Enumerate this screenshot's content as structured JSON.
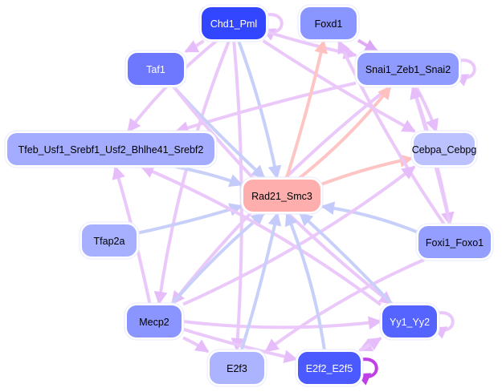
{
  "graph": {
    "title": "Transcription factor regulatory network",
    "colors": {
      "edge_activate": "#ebc8fa",
      "edge_regulate_blue": "#c8d0fa",
      "edge_red": "#ffc4c4",
      "edge_self_strong": "#c040e8",
      "node_border": "#e8eaff"
    },
    "nodes": [
      {
        "id": "Chd1_Pml",
        "label": "Chd1_Pml",
        "fill": "#3346ff",
        "text_color": "#ffffff"
      },
      {
        "id": "Foxd1",
        "label": "Foxd1",
        "fill": "#8a96ff",
        "text_color": "#000000"
      },
      {
        "id": "Taf1",
        "label": "Taf1",
        "fill": "#6d78ff",
        "text_color": "#ffffff"
      },
      {
        "id": "Snai1_Zeb1_Snai2",
        "label": "Snai1_Zeb1_Snai2",
        "fill": "#909bff",
        "text_color": "#000000"
      },
      {
        "id": "Tfeb_Usf1_Srebf1_Usf2_Bhlhe41_Srebf2",
        "label": "Tfeb_Usf1_Srebf1_Usf2_Bhlhe41_Srebf2",
        "fill": "#a3acff",
        "text_color": "#000000"
      },
      {
        "id": "Cebpa_Cebpg",
        "label": "Cebpa_Cebpg",
        "fill": "#bcc2ff",
        "text_color": "#000000"
      },
      {
        "id": "Rad21_Smc3",
        "label": "Rad21_Smc3",
        "fill": "#ffaeae",
        "text_color": "#000000"
      },
      {
        "id": "Tfap2a",
        "label": "Tfap2a",
        "fill": "#a7afff",
        "text_color": "#000000"
      },
      {
        "id": "Foxi1_Foxo1",
        "label": "Foxi1_Foxo1",
        "fill": "#939eff",
        "text_color": "#000000"
      },
      {
        "id": "Mecp2",
        "label": "Mecp2",
        "fill": "#8a95ff",
        "text_color": "#000000"
      },
      {
        "id": "Yy1_Yy2",
        "label": "Yy1_Yy2",
        "fill": "#5563ff",
        "text_color": "#ffffff"
      },
      {
        "id": "E2f3",
        "label": "E2f3",
        "fill": "#adb4ff",
        "text_color": "#000000"
      },
      {
        "id": "E2f2_E2f5",
        "label": "E2f2_E2f5",
        "fill": "#4a5aff",
        "text_color": "#ffffff"
      }
    ],
    "edges": [
      {
        "source": "Chd1_Pml",
        "target": "Chd1_Pml",
        "type": "activate"
      },
      {
        "source": "Chd1_Pml",
        "target": "Taf1",
        "type": "activate"
      },
      {
        "source": "Chd1_Pml",
        "target": "Snai1_Zeb1_Snai2",
        "type": "activate"
      },
      {
        "source": "Chd1_Pml",
        "target": "Tfeb_Usf1_Srebf1_Usf2_Bhlhe41_Srebf2",
        "type": "activate"
      },
      {
        "source": "Chd1_Pml",
        "target": "Rad21_Smc3",
        "type": "regulate"
      },
      {
        "source": "Chd1_Pml",
        "target": "Cebpa_Cebpg",
        "type": "activate"
      },
      {
        "source": "Chd1_Pml",
        "target": "Mecp2",
        "type": "activate"
      },
      {
        "source": "Chd1_Pml",
        "target": "E2f3",
        "type": "activate"
      },
      {
        "source": "Foxd1",
        "target": "Snai1_Zeb1_Snai2",
        "type": "activate_strong"
      },
      {
        "source": "Snai1_Zeb1_Snai2",
        "target": "Snai1_Zeb1_Snai2",
        "type": "activate"
      },
      {
        "source": "Snai1_Zeb1_Snai2",
        "target": "Cebpa_Cebpg",
        "type": "activate"
      },
      {
        "source": "Snai1_Zeb1_Snai2",
        "target": "Tfeb_Usf1_Srebf1_Usf2_Bhlhe41_Srebf2",
        "type": "activate"
      },
      {
        "source": "Snai1_Zeb1_Snai2",
        "target": "Mecp2",
        "type": "activate"
      },
      {
        "source": "Snai1_Zeb1_Snai2",
        "target": "Foxi1_Foxo1",
        "type": "activate"
      },
      {
        "source": "Taf1",
        "target": "Rad21_Smc3",
        "type": "regulate"
      },
      {
        "source": "Taf1",
        "target": "Yy1_Yy2",
        "type": "activate"
      },
      {
        "source": "Tfeb_Usf1_Srebf1_Usf2_Bhlhe41_Srebf2",
        "target": "Rad21_Smc3",
        "type": "regulate"
      },
      {
        "source": "Rad21_Smc3",
        "target": "Foxd1",
        "type": "red"
      },
      {
        "source": "Rad21_Smc3",
        "target": "Snai1_Zeb1_Snai2",
        "type": "red"
      },
      {
        "source": "Rad21_Smc3",
        "target": "Cebpa_Cebpg",
        "type": "red"
      },
      {
        "source": "Tfap2a",
        "target": "Rad21_Smc3",
        "type": "regulate"
      },
      {
        "source": "Foxi1_Foxo1",
        "target": "Rad21_Smc3",
        "type": "regulate"
      },
      {
        "source": "Foxi1_Foxo1",
        "target": "Foxd1",
        "type": "activate"
      },
      {
        "source": "Foxi1_Foxo1",
        "target": "Snai1_Zeb1_Snai2",
        "type": "activate"
      },
      {
        "source": "Foxi1_Foxo1",
        "target": "E2f3",
        "type": "activate"
      },
      {
        "source": "Mecp2",
        "target": "Rad21_Smc3",
        "type": "regulate"
      },
      {
        "source": "Mecp2",
        "target": "Tfeb_Usf1_Srebf1_Usf2_Bhlhe41_Srebf2",
        "type": "activate"
      },
      {
        "source": "Mecp2",
        "target": "Yy1_Yy2",
        "type": "activate"
      },
      {
        "source": "Mecp2",
        "target": "E2f3",
        "type": "activate"
      },
      {
        "source": "Mecp2",
        "target": "E2f2_E2f5",
        "type": "activate"
      },
      {
        "source": "Mecp2",
        "target": "Cebpa_Cebpg",
        "type": "activate"
      },
      {
        "source": "Yy1_Yy2",
        "target": "Yy1_Yy2",
        "type": "activate"
      },
      {
        "source": "Yy1_Yy2",
        "target": "Rad21_Smc3",
        "type": "regulate"
      },
      {
        "source": "Yy1_Yy2",
        "target": "Tfeb_Usf1_Srebf1_Usf2_Bhlhe41_Srebf2",
        "type": "activate"
      },
      {
        "source": "Yy1_Yy2",
        "target": "E2f2_E2f5",
        "type": "activate"
      },
      {
        "source": "E2f3",
        "target": "Rad21_Smc3",
        "type": "regulate"
      },
      {
        "source": "E2f2_E2f5",
        "target": "Rad21_Smc3",
        "type": "regulate"
      },
      {
        "source": "E2f2_E2f5",
        "target": "E2f2_E2f5",
        "type": "self_strong"
      },
      {
        "source": "E2f2_E2f5",
        "target": "Yy1_Yy2",
        "type": "activate"
      }
    ]
  }
}
